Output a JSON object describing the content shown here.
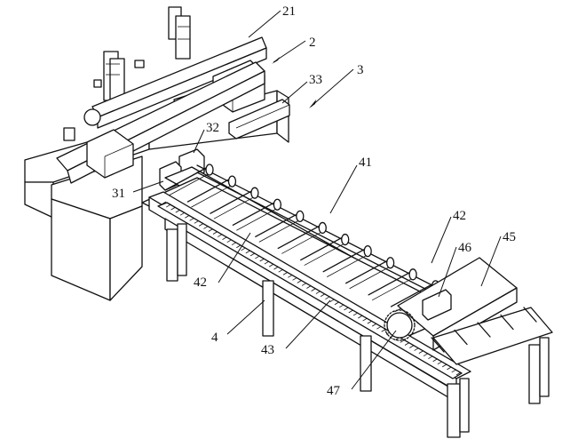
{
  "callouts": {
    "c21": "21",
    "c2": "2",
    "c3": "3",
    "c33": "33",
    "c32": "32",
    "c41": "41",
    "c31": "31",
    "c42_right": "42",
    "c45": "45",
    "c46": "46",
    "c42_left": "42",
    "c4": "4",
    "c43": "43",
    "c47": "47"
  }
}
